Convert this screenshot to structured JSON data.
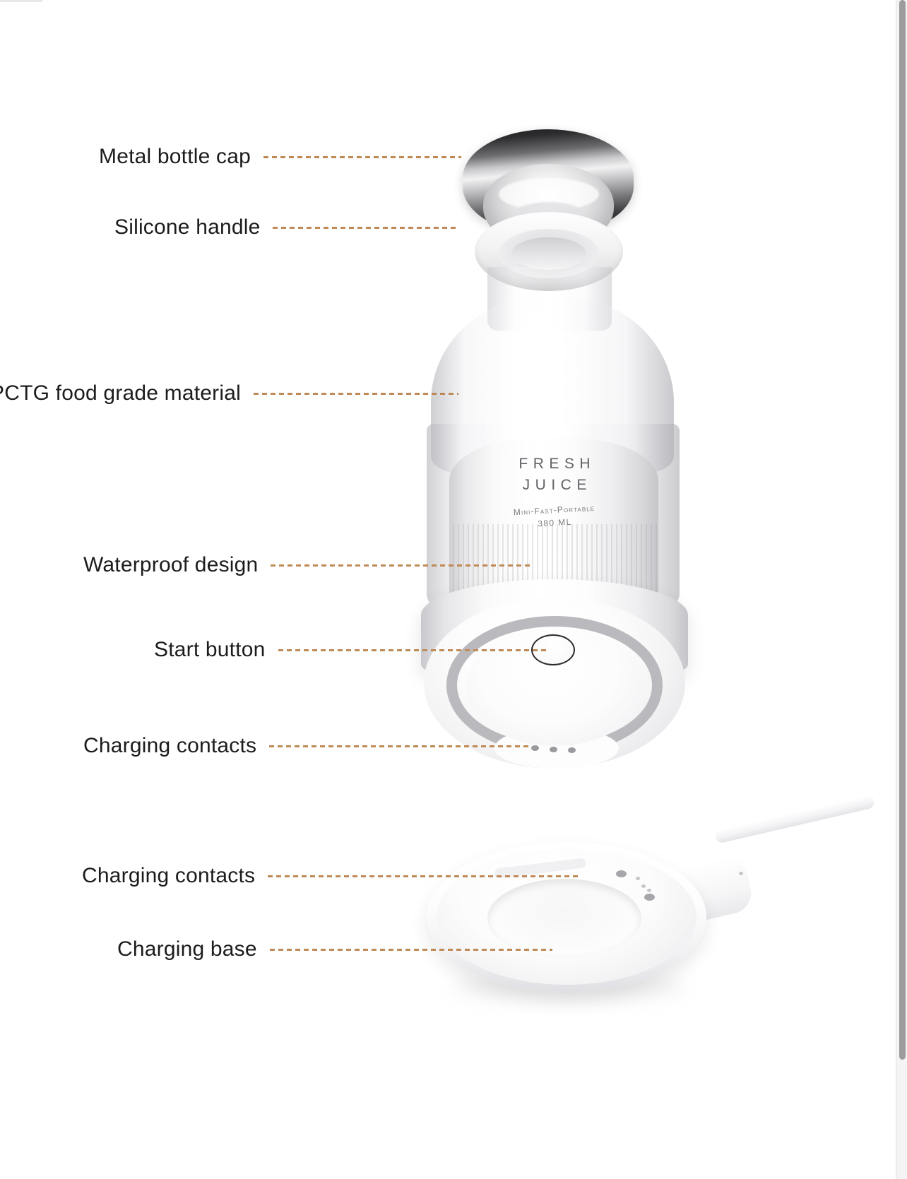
{
  "callouts": [
    {
      "id": "cap",
      "label": "Metal bottle cap"
    },
    {
      "id": "handle",
      "label": "Silicone handle"
    },
    {
      "id": "pctg",
      "label": "PCTG food grade material"
    },
    {
      "id": "waterproof",
      "label": "Waterproof design"
    },
    {
      "id": "start",
      "label": "Start button"
    },
    {
      "id": "contacts1",
      "label": "Charging contacts"
    },
    {
      "id": "contacts2",
      "label": "Charging contacts"
    },
    {
      "id": "base",
      "label": "Charging base"
    }
  ],
  "product": {
    "brand_line_1": "FRESH",
    "brand_line_2": "JUICE",
    "spec_tagline": "Mini-Fast-Portable",
    "spec_volume": "380 ML"
  },
  "colors": {
    "leader_line": "#c08a57",
    "label_text": "#1c1c1c",
    "brand_text": "#636368",
    "spec_text": "#7b7b80",
    "page_background": "#ffffff",
    "scrollbar_thumb": "#9c9c9c",
    "scrollbar_track": "#f4f4f4",
    "motor_ring": "#b4b4b8",
    "contact_dot": "#9a9a9f"
  }
}
